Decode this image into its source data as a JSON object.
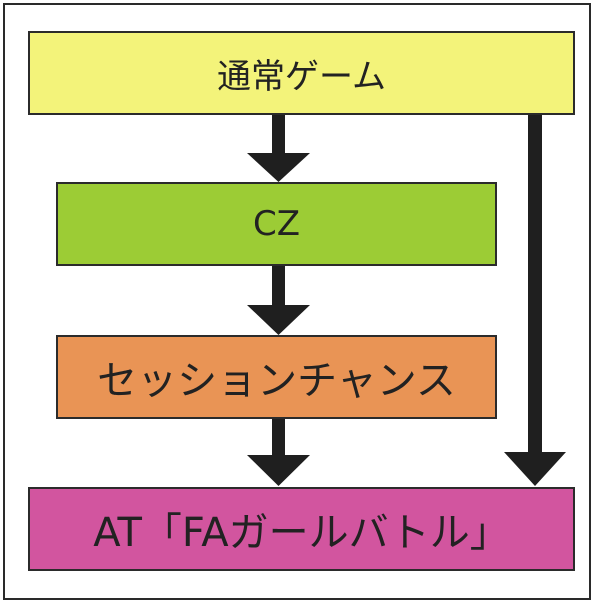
{
  "nodes": {
    "normal_game": {
      "label": "通常ゲーム",
      "color": "#f3f37a"
    },
    "cz": {
      "label": "CZ",
      "color": "#9ccc35"
    },
    "session_chance": {
      "label": "セッションチャンス",
      "color": "#e99455"
    },
    "at": {
      "label": "AT「FAガールバトル」",
      "color": "#d2559f"
    }
  },
  "edges": [
    {
      "from": "normal_game",
      "to": "cz"
    },
    {
      "from": "cz",
      "to": "session_chance"
    },
    {
      "from": "session_chance",
      "to": "at"
    },
    {
      "from": "normal_game",
      "to": "at"
    }
  ]
}
